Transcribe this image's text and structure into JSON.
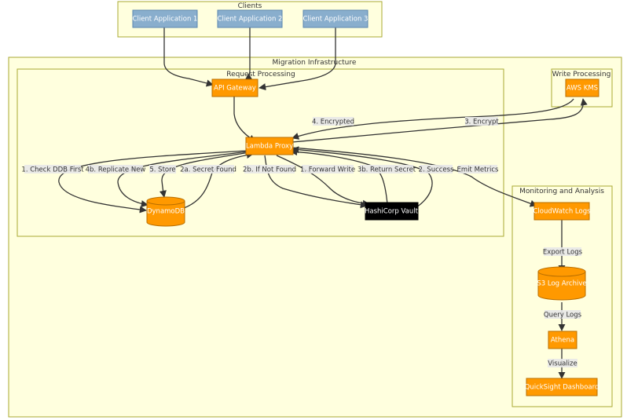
{
  "clusters": {
    "clients": "Clients",
    "migration": "Migration Infrastructure",
    "request": "Request Processing",
    "write": "Write Processing",
    "monitoring": "Monitoring and Analysis"
  },
  "nodes": {
    "client1": "Client Application 1",
    "client2": "Client Application 2",
    "client3": "Client Application 3",
    "api_gateway": "API Gateway",
    "lambda_proxy": "Lambda Proxy",
    "dynamodb": "DynamoDB",
    "vault": "HashiCorp Vault",
    "kms": "AWS KMS",
    "cloudwatch": "CloudWatch Logs",
    "s3": "S3 Log Archive",
    "athena": "Athena",
    "quicksight": "QuickSight Dashboard"
  },
  "edge_labels": {
    "check_ddb": "1. Check DDB First",
    "replicate": "4b. Replicate New",
    "store": "5. Store",
    "secret_found": "2a. Secret Found",
    "not_found": "2b. If Not Found",
    "forward_write": "1. Forward Write",
    "return_secret": "3b. Return Secret",
    "success": "2. Success",
    "emit_metrics": "Emit Metrics",
    "encrypt": "3. Encrypt",
    "encrypted": "4. Encrypted",
    "export_logs": "Export Logs",
    "query_logs": "Query Logs",
    "visualize": "Visualize"
  },
  "colors": {
    "aws_orange": "#ff9900",
    "client_blue": "#89aecd",
    "vault_black": "#000000",
    "cluster_fill": "#ffffde",
    "cluster_border": "#aaaa33"
  }
}
